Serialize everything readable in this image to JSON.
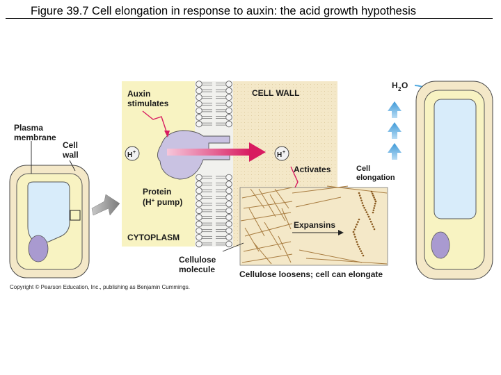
{
  "title": "Figure 39.7  Cell elongation in response to auxin: the acid growth hypothesis",
  "labels": {
    "plasma_membrane_1": "Plasma",
    "plasma_membrane_2": "membrane",
    "cell_wall_1": "Cell",
    "cell_wall_2": "wall",
    "auxin_1": "Auxin",
    "auxin_2": "stimulates",
    "cell_wall_region": "CELL WALL",
    "h_ion": "H",
    "h_ion_charge": "+",
    "activates": "Activates",
    "protein_1": "Protein",
    "protein_2": "(H",
    "protein_3": " pump)",
    "cytoplasm": "CYTOPLASM",
    "expansins": "Expansins",
    "cellulose_1": "Cellulose",
    "cellulose_2": "molecule",
    "loosens": "Cellulose loosens; cell can elongate",
    "water_h": "H",
    "water_2": "2",
    "water_o": "O",
    "elongation_1": "Cell",
    "elongation_2": "elongation"
  },
  "copyright": "Copyright © Pearson Education, Inc., publishing as Benjamin Cummings.",
  "colors": {
    "cell_wall": "#f4e8c8",
    "cytoplasm": "#f8f3c2",
    "vacuole": "#d8ecfa",
    "nucleus": "#a99ad0",
    "protein": "#c9c2e2",
    "arrow_magenta": "#d81b60",
    "water_arrow": "#4fa8e0",
    "fiber": "#a87c40"
  }
}
